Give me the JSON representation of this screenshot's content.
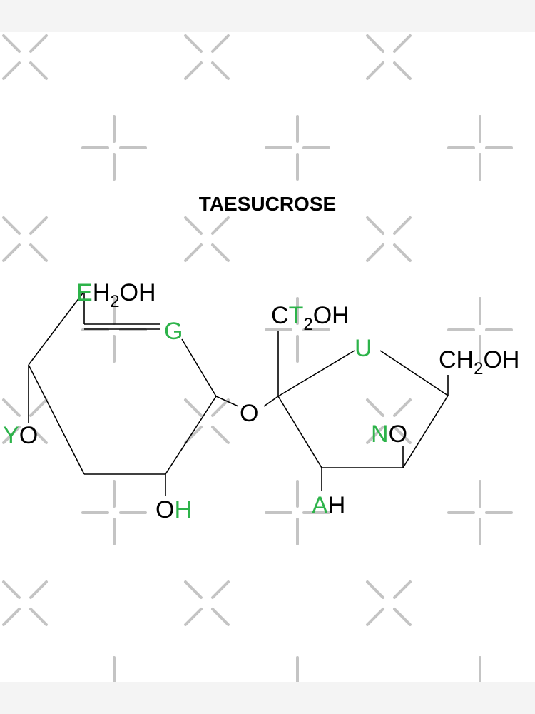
{
  "title": "TAESUCROSE",
  "colors": {
    "ink": "#000000",
    "highlight": "#2db34a",
    "watermark": "#c4c4c4",
    "page": "#ffffff",
    "border": "#f4f4f4"
  },
  "labels": {
    "top_left": {
      "accent": "E",
      "pre": "H",
      "sub": "2",
      "post": "OH"
    },
    "ring_g": "G",
    "left": {
      "accent": "Y",
      "rest": "O"
    },
    "bottom_oh": {
      "pre": "O",
      "accent": "H"
    },
    "bridge_o": "O",
    "top_middle": {
      "pre": "C",
      "accent": "T",
      "sub": "2",
      "post": "OH"
    },
    "ring_u": "U",
    "right": {
      "pre": "CH",
      "sub": "2",
      "post": "OH"
    },
    "mid_right": {
      "accent": "N",
      "rest": "O"
    },
    "bottom_ah": {
      "accent": "A",
      "rest": "H"
    }
  }
}
